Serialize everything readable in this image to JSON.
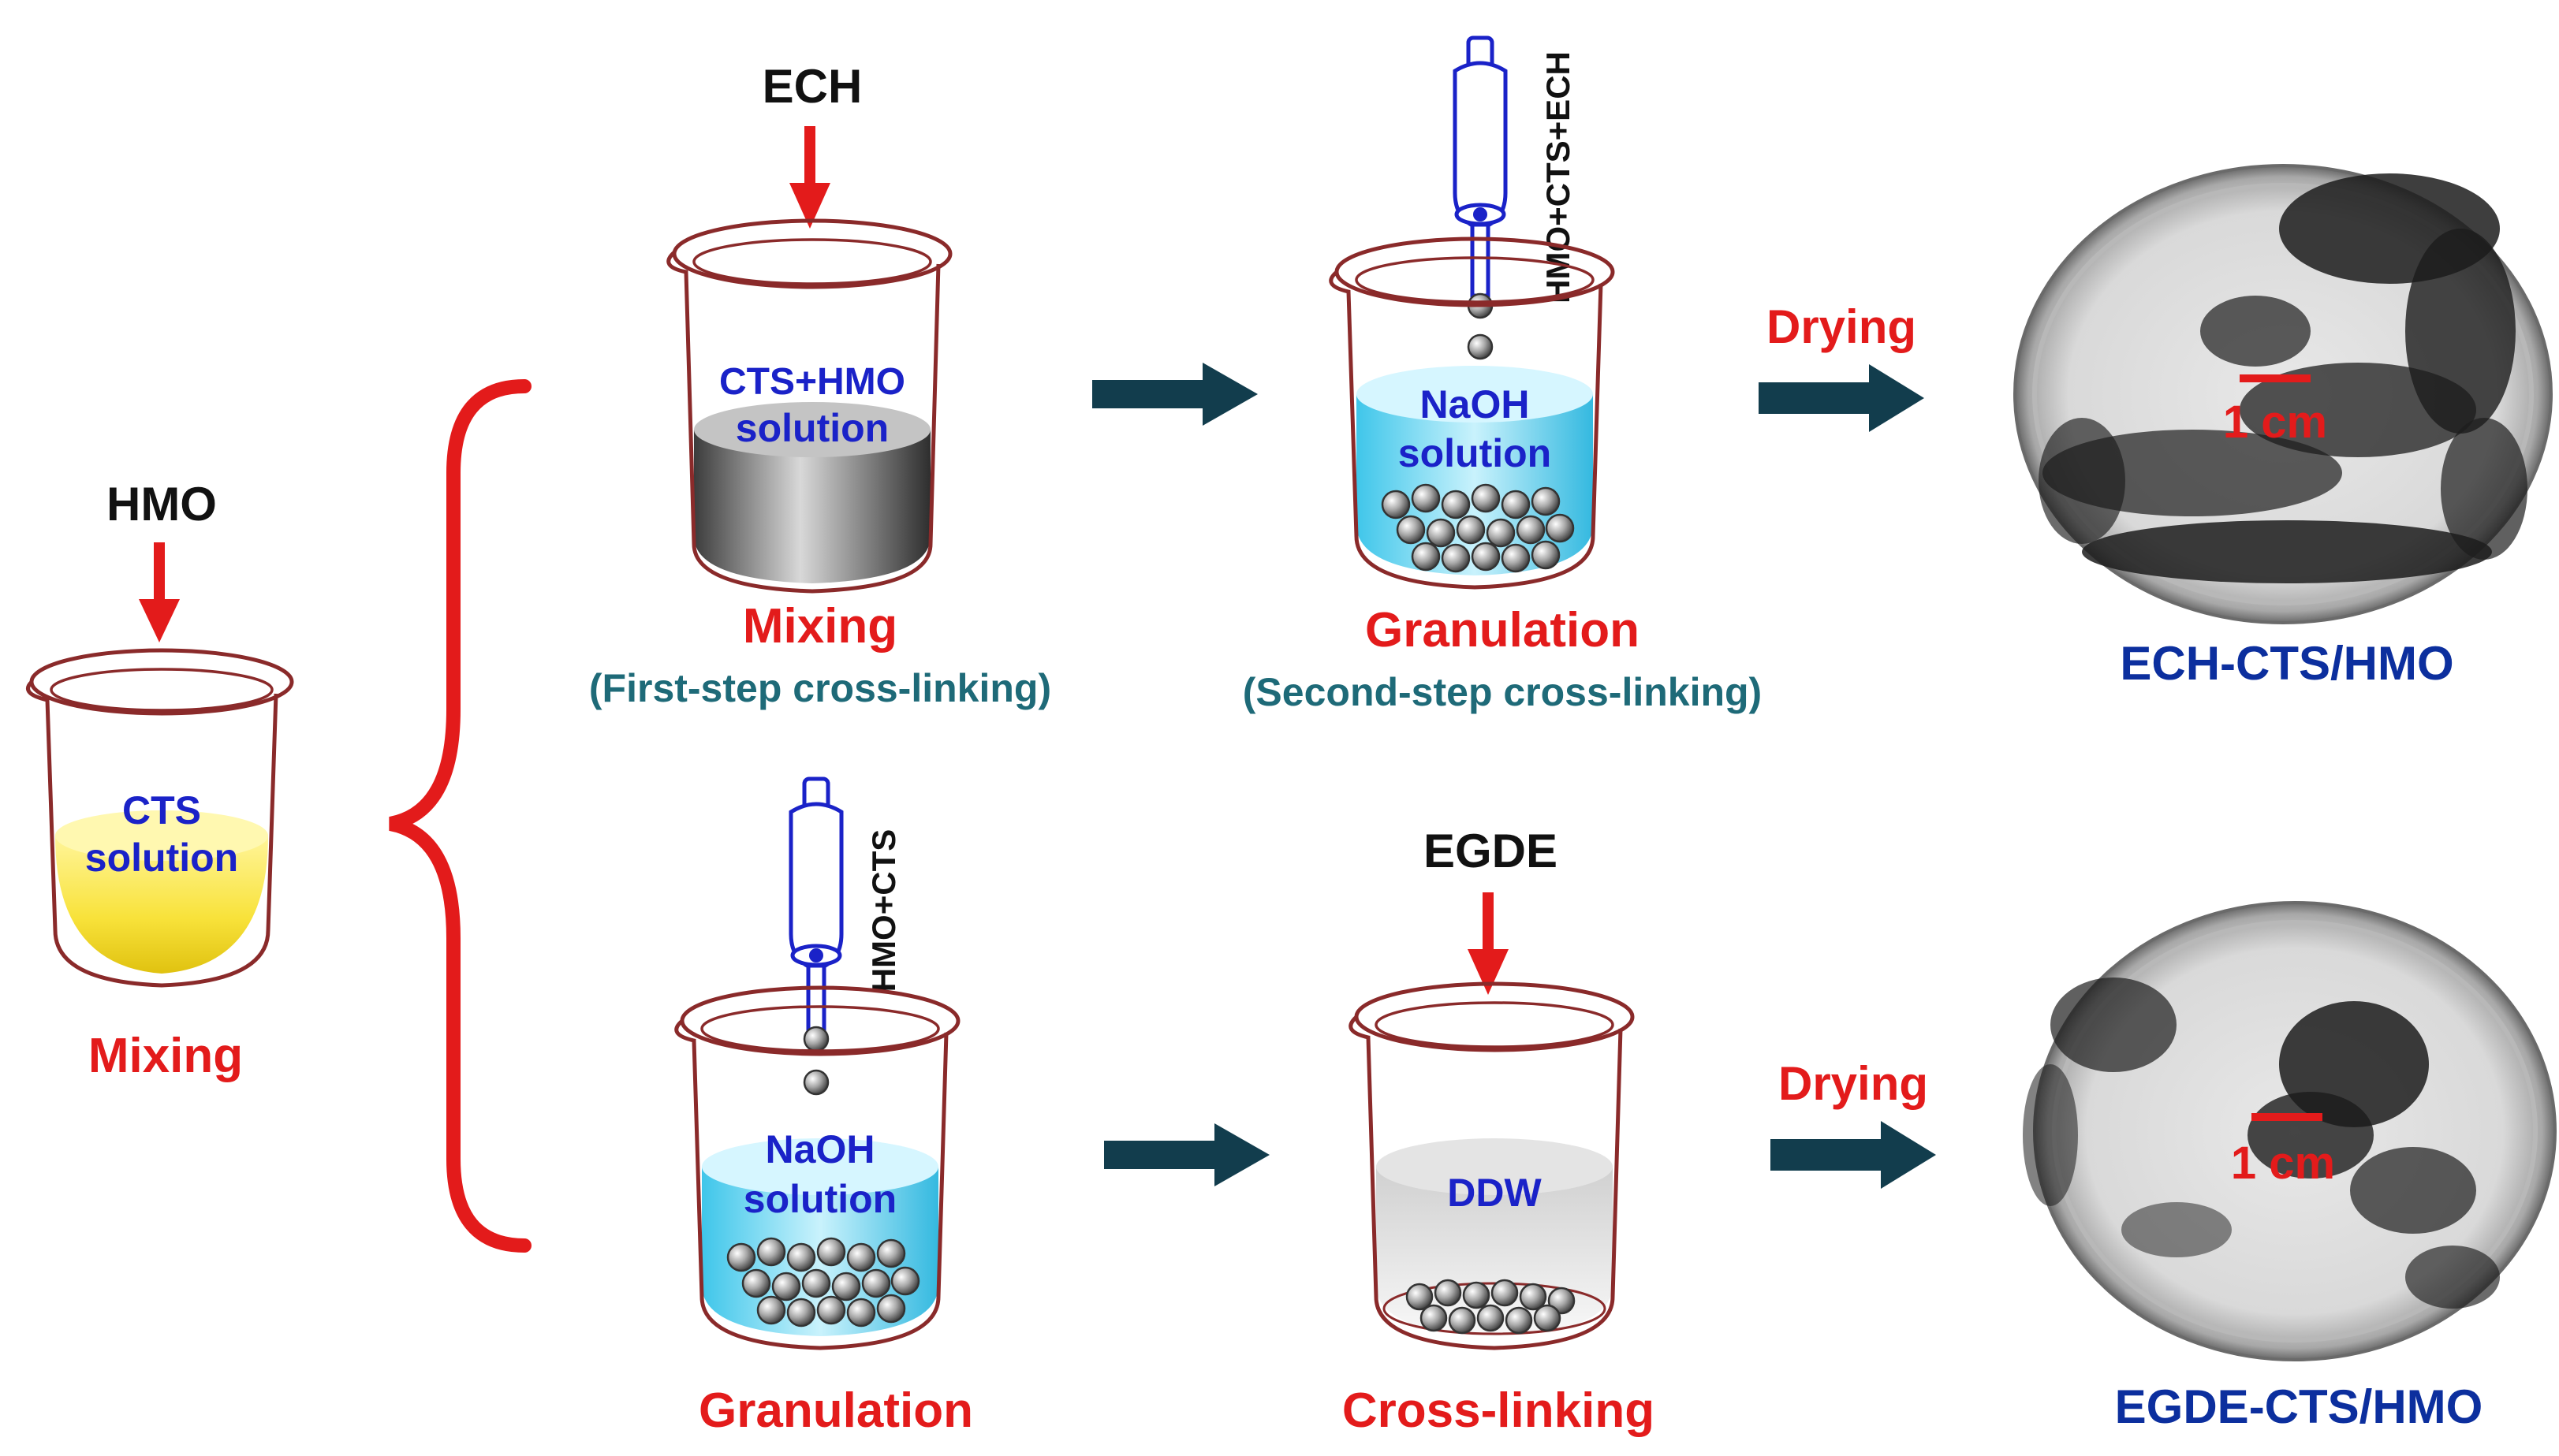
{
  "reagents": {
    "hmo": "HMO",
    "ech": "ECH",
    "egde": "EGDE",
    "funnel_top": "HMO+CTS+ECH",
    "funnel_bottom": "HMO+CTS"
  },
  "beakers": {
    "cts": "CTS",
    "cts_solution": "solution",
    "cts_hmo": "CTS+HMO",
    "cts_hmo_solution": "solution",
    "naoh_top": "NaOH",
    "naoh_top_solution": "solution",
    "naoh_bottom": "NaOH",
    "naoh_bottom_solution": "solution",
    "ddw": "DDW"
  },
  "steps": {
    "mixing_initial": "Mixing",
    "mixing_top": "Mixing",
    "mixing_top_note": "(First-step cross-linking)",
    "granulation_top": "Granulation",
    "granulation_top_note": "(Second-step cross-linking)",
    "granulation_bottom": "Granulation",
    "crosslinking_bottom": "Cross-linking",
    "drying_top": "Drying",
    "drying_bottom": "Drying"
  },
  "products": {
    "top": "ECH-CTS/HMO",
    "bottom": "EGDE-CTS/HMO",
    "scale_top": "1 cm",
    "scale_bottom": "1 cm"
  },
  "colors": {
    "arrow_red": "#e31b1b",
    "arrow_dark": "#123d4d",
    "text_blue": "#1a22c8",
    "product_blue": "#0c2f9e",
    "note_teal": "#1e6a78"
  }
}
